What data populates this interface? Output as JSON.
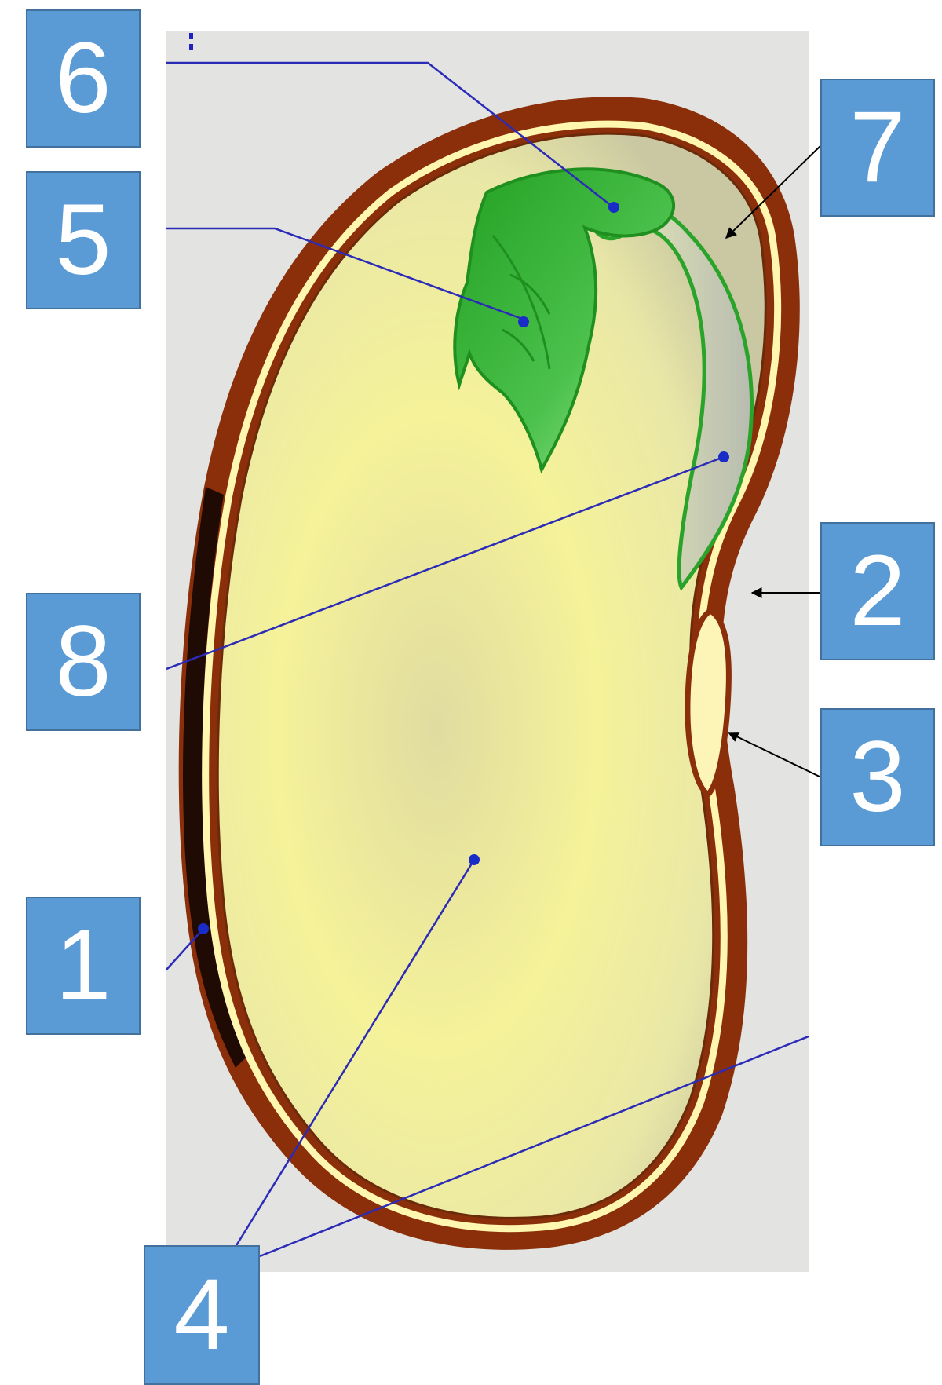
{
  "labels": {
    "l1": "1",
    "l2": "2",
    "l3": "3",
    "l4": "4",
    "l5": "5",
    "l6": "6",
    "l7": "7",
    "l8": "8"
  },
  "colors": {
    "label_fill": "#5b9bd5",
    "label_text": "#ffffff",
    "seed_coat": "#8a2f0a",
    "cotyledon": "#f2f0a0",
    "embryo_leaf": "#3cb43c",
    "pointer_blue": "#2b2bb8",
    "pointer_black": "#000000",
    "photo_background": "#e3e4e1"
  }
}
